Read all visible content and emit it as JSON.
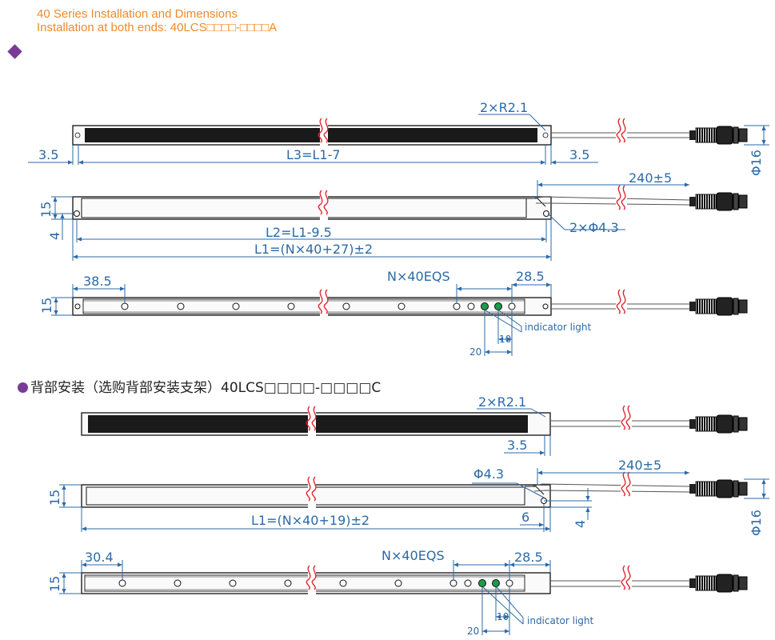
{
  "header": {
    "title": "40 Series Installation and Dimensions",
    "subtitle": "Installation at both ends: 40LCS□□□□-□□□□A"
  },
  "section2": {
    "title": "背部安装（选购背部安装支架）40LCS□□□□-□□□□C"
  },
  "dims_a": {
    "r21": "2×R2.1",
    "left_35": "3.5",
    "l3": "L3=L1-7",
    "right_35": "3.5",
    "phi16": "Φ16",
    "d240": "240±5",
    "d15": "15",
    "d4": "4",
    "l2": "L2=L1-9.5",
    "hole": "2×Φ4.3",
    "l1": "L1=(N×40+27)±2",
    "d385": "38.5",
    "neqs": "N×40EQS",
    "d285": "28.5",
    "d15b": "15",
    "d10": "10",
    "d20": "20",
    "indicator": "indicator light"
  },
  "dims_c": {
    "r21": "2×R2.1",
    "d35": "3.5",
    "phi43": "Φ4.3",
    "d240": "240±5",
    "d15": "15",
    "d6": "6",
    "d4": "4",
    "phi16": "Φ16",
    "l1": "L1=(N×40+19)±2",
    "d304": "30.4",
    "neqs": "N×40EQS",
    "d285": "28.5",
    "d15b": "15",
    "d10": "10",
    "d20": "20",
    "indicator": "indicator light"
  }
}
